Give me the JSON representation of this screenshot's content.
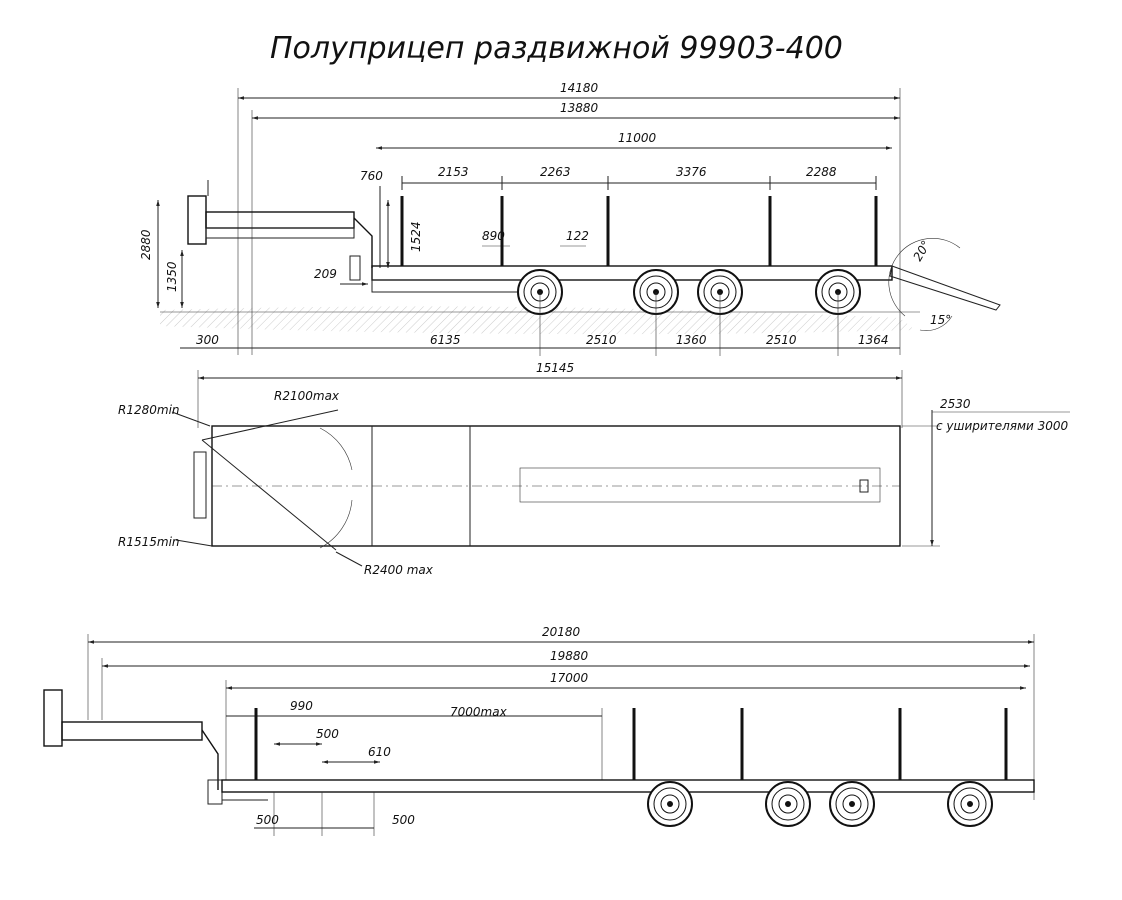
{
  "title": "Полуприцеп раздвижной 99903-400",
  "side_view": {
    "overall": [
      "14180",
      "13880",
      "11000"
    ],
    "spacing": [
      "2153",
      "2263",
      "3376",
      "2288"
    ],
    "heights": [
      "2880",
      "1350",
      "1524",
      "760",
      "209"
    ],
    "details": [
      "890",
      "122"
    ],
    "angles": [
      "20°",
      "15°"
    ],
    "bottom": [
      "300",
      "6135",
      "2510",
      "1360",
      "2510",
      "1364"
    ]
  },
  "top_view": {
    "length": "15145",
    "width": "2530",
    "width_ext": "с уширителями 3000",
    "radii": [
      "R1280min",
      "R2100max",
      "R1515min",
      "R2400 max"
    ]
  },
  "extended_view": {
    "overall": [
      "20180",
      "19880",
      "17000"
    ],
    "labels": [
      "990",
      "7000max",
      "500",
      "610"
    ],
    "bottom": [
      "500",
      "500"
    ]
  }
}
